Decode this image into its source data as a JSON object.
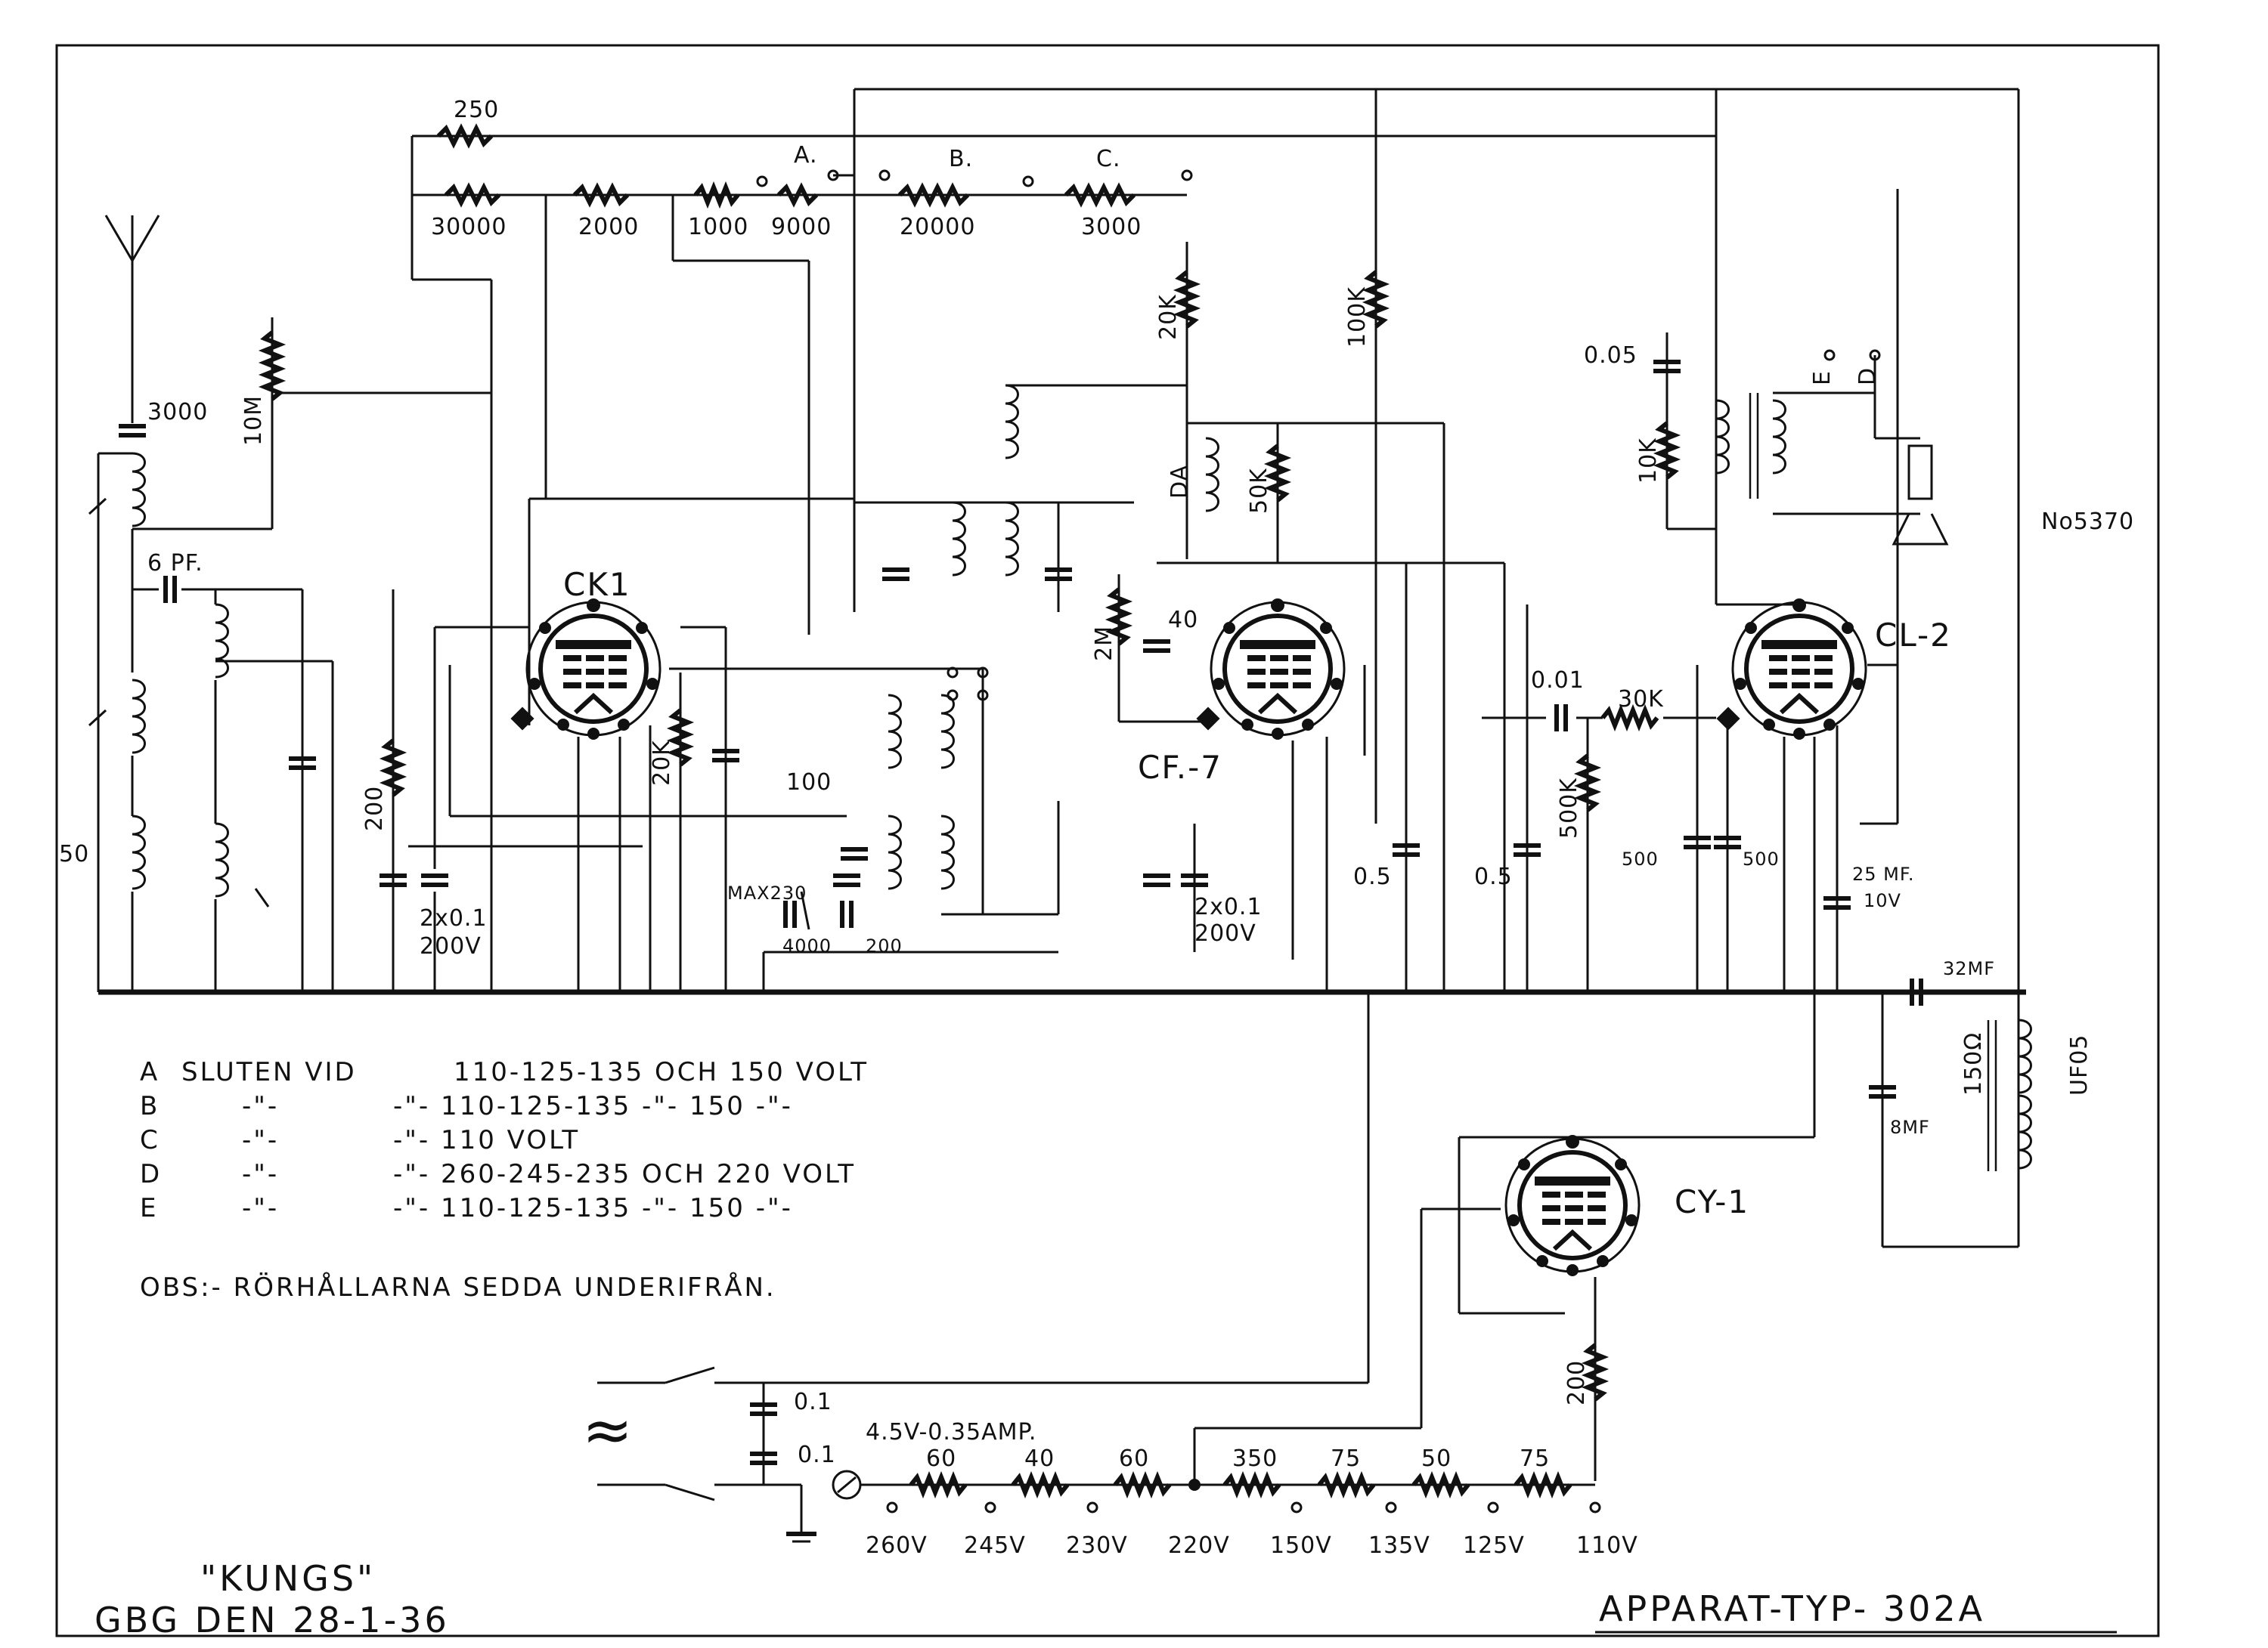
{
  "labels": {
    "r250": "250",
    "r30000": "30000",
    "r2000": "2000",
    "r1000": "1000",
    "r9000": "9000",
    "r20000": "20000",
    "r3000": "3000",
    "tapA": "A.",
    "tapB": "B.",
    "tapC": "C.",
    "c3000": "3000",
    "pot10m": "10M",
    "c6pf": "6 PF.",
    "c50": "50",
    "r200": "200",
    "c2x01a": "2x0.1",
    "v200a": "200V",
    "r20k": "20K",
    "c100": "100",
    "cmax230": "MAX230",
    "c4000": "4000",
    "c200": "200",
    "r20k_b": "20K",
    "r100k": "100K",
    "rDA": "DA",
    "r50k": "50K",
    "r2m": "2M",
    "c40": "40",
    "c2x01b": "2x0.1",
    "v200b": "200V",
    "c05a": "0.5",
    "c05b": "0.5",
    "c001": "0.01",
    "r30k": "30K",
    "r500k": "500K",
    "c500a": "500",
    "c500b": "500",
    "c25mf": "25 MF.",
    "v10v": "10V",
    "c005": "0.05",
    "r10k": "10K",
    "tapE": "E",
    "tapD": "D",
    "c32mf": "32MF",
    "c8mf": "8MF",
    "choke150": "150Ω",
    "chokeUF": "UF05",
    "serial": "No5370",
    "c01a": "0.1",
    "c01b": "0.1",
    "lamp": "4.5V-0.35AMP.",
    "r200b": "200",
    "h60a": "60",
    "h40": "40",
    "h60b": "60",
    "h350": "350",
    "h75a": "75",
    "h50": "50",
    "h75b": "75",
    "v260": "260V",
    "v245": "245V",
    "v230": "230V",
    "v220": "220V",
    "v150": "150V",
    "v135": "135V",
    "v125": "125V",
    "v110": "110V",
    "ac": "≈"
  },
  "tubes": {
    "ck1": "CK1",
    "cf7": "CF.-7",
    "cl2": "CL-2",
    "cy1": "CY-1"
  },
  "legend": [
    {
      "key": "A",
      "c1": "SLUTEN VID",
      "c2": "110-125-135 OCH 150 VOLT"
    },
    {
      "key": "B",
      "c1": "-\"-",
      "c2": "-\"- 110-125-135 -\"- 150 -\"-"
    },
    {
      "key": "C",
      "c1": "-\"-",
      "c2": "-\"- 110 VOLT"
    },
    {
      "key": "D",
      "c1": "-\"-",
      "c2": "-\"- 260-245-235 OCH 220 VOLT"
    },
    {
      "key": "E",
      "c1": "-\"-",
      "c2": "-\"- 110-125-135 -\"- 150 -\"-"
    }
  ],
  "note": "OBS:- RÖRHÅLLARNA SEDDA UNDERIFRÅN.",
  "footer": {
    "brand": "\"KUNGS\"",
    "date": "GBG DEN 28-1-36",
    "type": "APPARAT-TYP- 302A"
  }
}
